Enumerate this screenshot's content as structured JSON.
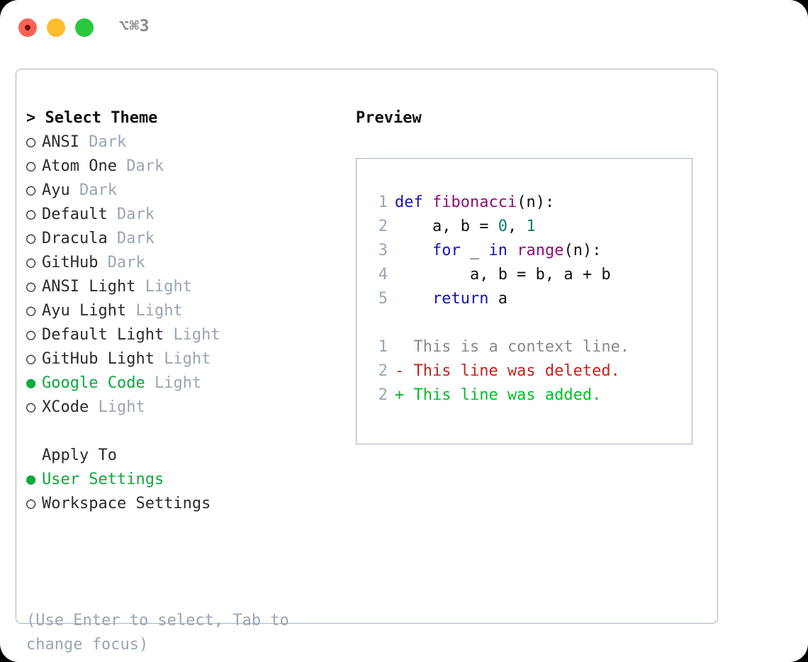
{
  "window": {
    "traffic_lights": [
      "close-red",
      "minimize-yellow",
      "zoom-green"
    ],
    "shortcut_label": "⌥⌘3",
    "accent_green": "#0da83e",
    "muted_gray": "#9aa5b4",
    "border_color": "#a7b2c0"
  },
  "theme_picker": {
    "header": "> Select Theme",
    "bullet_unselected": "○",
    "bullet_selected": "●",
    "options": [
      {
        "name": "ANSI",
        "tag": "Dark",
        "selected": false
      },
      {
        "name": "Atom One",
        "tag": "Dark",
        "selected": false
      },
      {
        "name": "Ayu",
        "tag": "Dark",
        "selected": false
      },
      {
        "name": "Default",
        "tag": "Dark",
        "selected": false
      },
      {
        "name": "Dracula",
        "tag": "Dark",
        "selected": false
      },
      {
        "name": "GitHub",
        "tag": "Dark",
        "selected": false
      },
      {
        "name": "ANSI Light",
        "tag": "Light",
        "selected": false
      },
      {
        "name": "Ayu Light",
        "tag": "Light",
        "selected": false
      },
      {
        "name": "Default Light",
        "tag": "Light",
        "selected": false
      },
      {
        "name": "GitHub Light",
        "tag": "Light",
        "selected": false
      },
      {
        "name": "Google Code",
        "tag": "Light",
        "selected": true
      },
      {
        "name": "XCode",
        "tag": "Light",
        "selected": false
      }
    ]
  },
  "apply_to": {
    "label": "Apply To",
    "options": [
      {
        "name": "User Settings",
        "selected": true
      },
      {
        "name": "Workspace Settings",
        "selected": false
      }
    ]
  },
  "hint": "(Use Enter to select, Tab to change focus)",
  "preview": {
    "title": "Preview",
    "code_lines": [
      {
        "num": "1",
        "tokens": [
          {
            "t": "def ",
            "c": "kw"
          },
          {
            "t": "fibonacci",
            "c": "fn"
          },
          {
            "t": "(n):",
            "c": "txt"
          }
        ]
      },
      {
        "num": "2",
        "tokens": [
          {
            "t": "    a, b = ",
            "c": "txt"
          },
          {
            "t": "0",
            "c": "num"
          },
          {
            "t": ", ",
            "c": "txt"
          },
          {
            "t": "1",
            "c": "num"
          }
        ]
      },
      {
        "num": "3",
        "tokens": [
          {
            "t": "    ",
            "c": "txt"
          },
          {
            "t": "for",
            "c": "kw"
          },
          {
            "t": " _ ",
            "c": "txt"
          },
          {
            "t": "in",
            "c": "kw"
          },
          {
            "t": " ",
            "c": "txt"
          },
          {
            "t": "range",
            "c": "fn"
          },
          {
            "t": "(n):",
            "c": "txt"
          }
        ]
      },
      {
        "num": "4",
        "tokens": [
          {
            "t": "        a, b = b, a + b",
            "c": "txt"
          }
        ]
      },
      {
        "num": "5",
        "tokens": [
          {
            "t": "    ",
            "c": "txt"
          },
          {
            "t": "return",
            "c": "kw"
          },
          {
            "t": " a",
            "c": "txt"
          }
        ]
      }
    ],
    "diff_lines": [
      {
        "num": "1",
        "text": "  This is a context line.",
        "kind": "ctx"
      },
      {
        "num": "2",
        "text": "- This line was deleted.",
        "kind": "del"
      },
      {
        "num": "2",
        "text": "+ This line was added.",
        "kind": "add"
      }
    ]
  }
}
